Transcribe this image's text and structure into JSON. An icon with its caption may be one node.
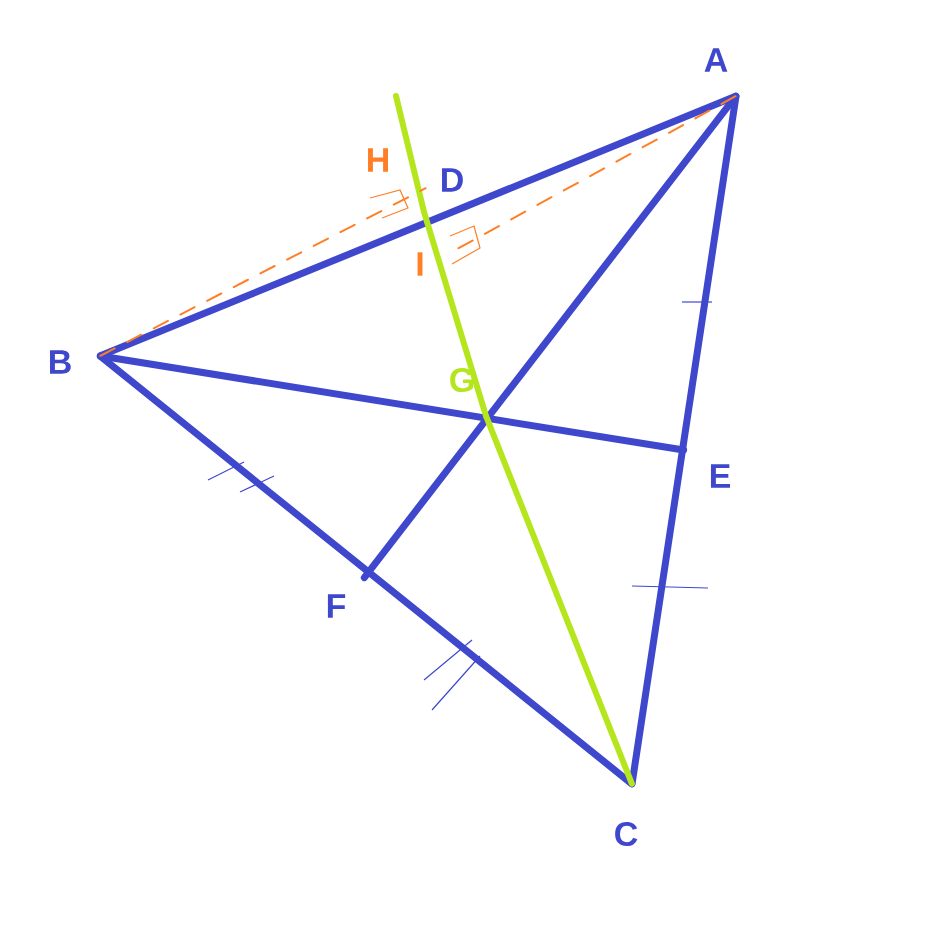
{
  "diagram": {
    "nodes": [
      {
        "text": [
          "A"
        ]
      },
      {
        "text": [
          "B"
        ]
      },
      {
        "text": [
          "C"
        ]
      },
      {
        "text": [
          "D"
        ]
      },
      {
        "text": [
          "E"
        ]
      },
      {
        "text": [
          "F"
        ]
      },
      {
        "text": [
          "G"
        ]
      },
      {
        "text": [
          "H"
        ]
      },
      {
        "text": [
          "I"
        ]
      }
    ],
    "edges": [
      {
        "from": 0,
        "to": 1,
        "arrow": "none"
      },
      {
        "from": 1,
        "to": 2,
        "arrow": "none"
      },
      {
        "from": 2,
        "to": 0,
        "arrow": "none"
      },
      {
        "from": 1,
        "to": 4,
        "arrow": "none"
      },
      {
        "from": 0,
        "to": 5,
        "arrow": "none"
      },
      {
        "from": 2,
        "to": 6,
        "arrow": "none",
        "color": "#b5e61d"
      },
      {
        "from": 6,
        "to": 3,
        "arrow": "none",
        "color": "#b5e61d"
      },
      {
        "from": 3,
        "to": null,
        "arrow": "none",
        "color": "#b5e61d"
      },
      {
        "from": 1,
        "to": 7,
        "arrow": "none",
        "style": "dashed",
        "color": "#ff7f27"
      },
      {
        "from": 0,
        "to": 8,
        "arrow": "none",
        "style": "dashed",
        "color": "#ff7f27"
      }
    ]
  }
}
